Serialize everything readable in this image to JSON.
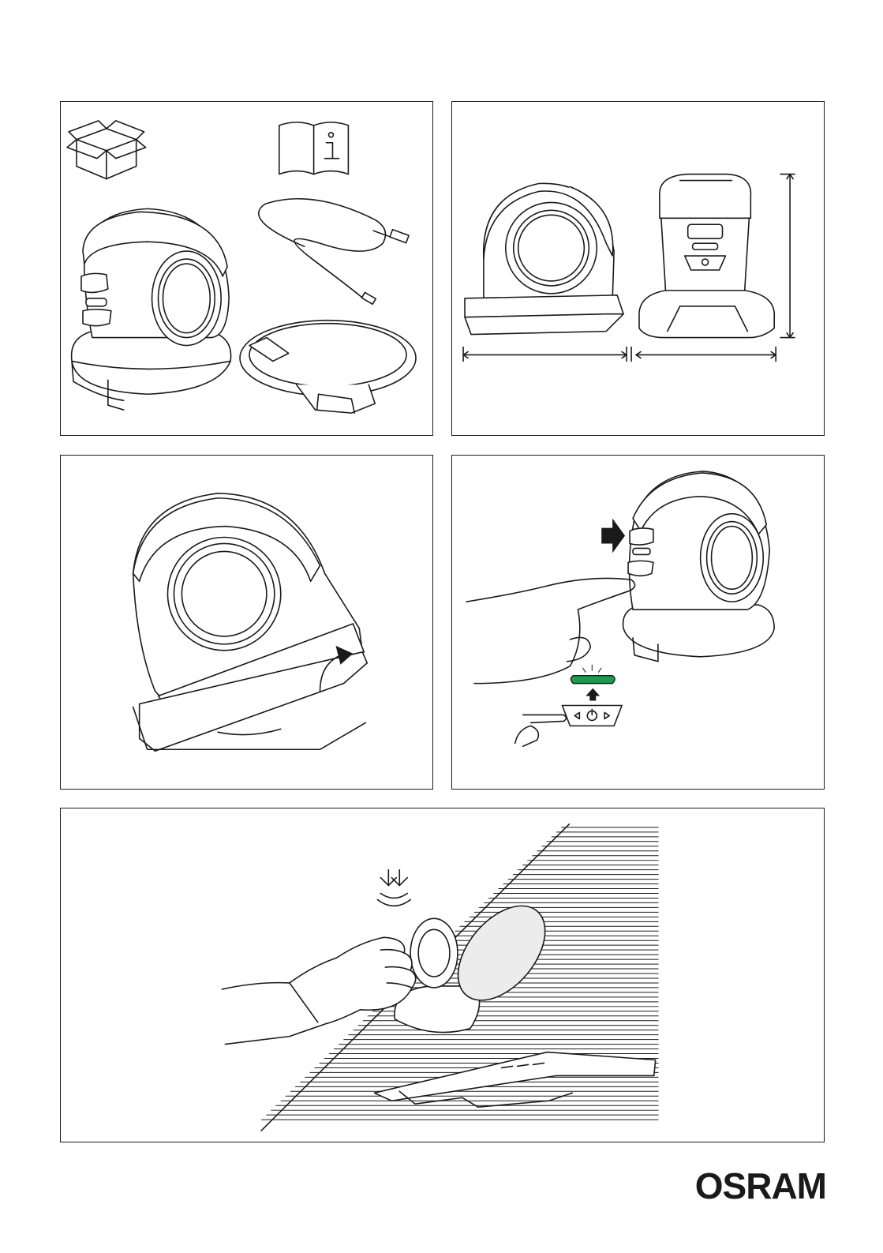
{
  "brand": {
    "logo_text": "OSRAM",
    "led_color": "#1f9a4e",
    "line_color": "#1a1a1a"
  },
  "panels": [
    {
      "icons": [
        "box-icon",
        "manual-info-icon",
        "lamp",
        "usb-cable",
        "base-ring"
      ]
    },
    {
      "icons": [
        "lamp-side-view",
        "lamp-front-view",
        "width-dimension-arrow",
        "depth-dimension-arrow",
        "height-dimension-arrow"
      ]
    },
    {
      "icons": [
        "lamp-tilted",
        "rotate-arrow-icon"
      ]
    },
    {
      "icons": [
        "lamp",
        "press-arrow-icon",
        "finger",
        "green-led-indicator",
        "power-button-icon"
      ]
    },
    {
      "icons": [
        "magnet-attach-icon",
        "hand-holding-lamp",
        "vehicle-surface"
      ]
    }
  ]
}
